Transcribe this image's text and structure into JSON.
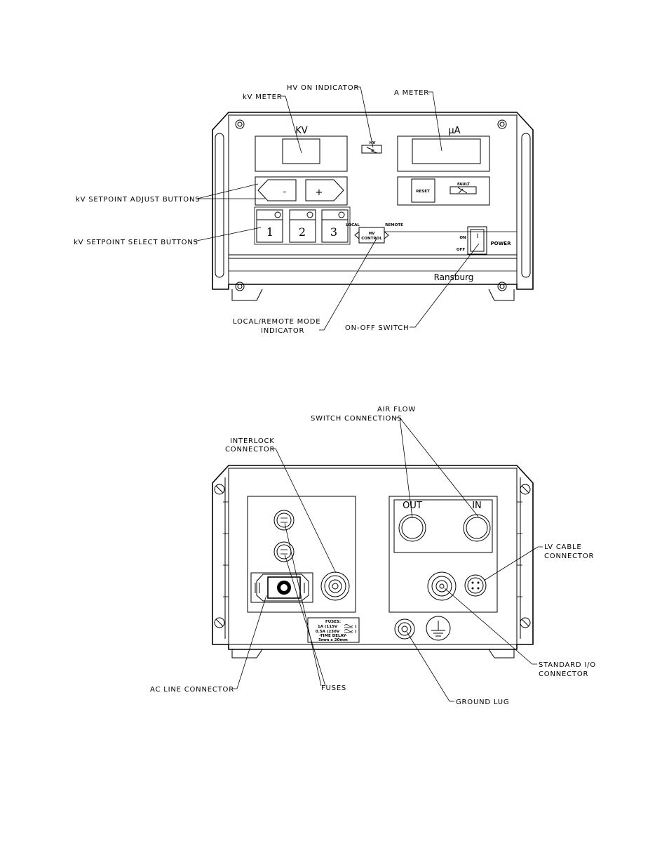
{
  "front_panel": {
    "callouts": {
      "hv_on_indicator": "HV ON INDICATOR",
      "kv_meter": "kV METER",
      "a_meter": "A METER",
      "kv_setpoint_adjust": "kV SETPOINT ADJUST BUTTONS",
      "kv_setpoint_select": "kV SETPOINT SELECT BUTTONS",
      "local_remote_line1": "LOCAL/REMOTE MODE",
      "local_remote_line2": "INDICATOR",
      "on_off_switch": "ON-OFF SWITCH"
    },
    "panel_text": {
      "kv_heading": "KV",
      "ua_heading": "µA",
      "hv_small": "HV",
      "minus": "-",
      "plus": "+",
      "reset": "RESET",
      "fault": "FAULT",
      "select_1": "1",
      "select_2": "2",
      "select_3": "3",
      "local": "LOCAL",
      "remote": "REMOTE",
      "hv_control_line1": "HV",
      "hv_control_line2": "CONTROL",
      "on": "ON",
      "off": "OFF",
      "switch_mark": "I",
      "power": "POWER",
      "brand": "Ransburg"
    }
  },
  "rear_panel": {
    "callouts": {
      "air_flow_line1": "AIR FLOW",
      "air_flow_line2": "SWITCH CONNECTIONS",
      "interlock_line1": "INTERLOCK",
      "interlock_line2": "CONNECTOR",
      "lv_cable_line1": "LV CABLE",
      "lv_cable_line2": "CONNECTOR",
      "standard_io_line1": "STANDARD I/O",
      "standard_io_line2": "CONNECTOR",
      "ac_line": "AC LINE CONNECTOR",
      "fuses": "FUSES",
      "ground_lug": "GROUND LUG"
    },
    "panel_text": {
      "out": "OUT",
      "in": "IN",
      "fuse_label": {
        "line1": "FUSES:",
        "line2": "1A (115V",
        "line3": "0.5A (230V",
        "line4": "-TIME DELAY-",
        "line5": "5mm x 20mm"
      }
    }
  }
}
